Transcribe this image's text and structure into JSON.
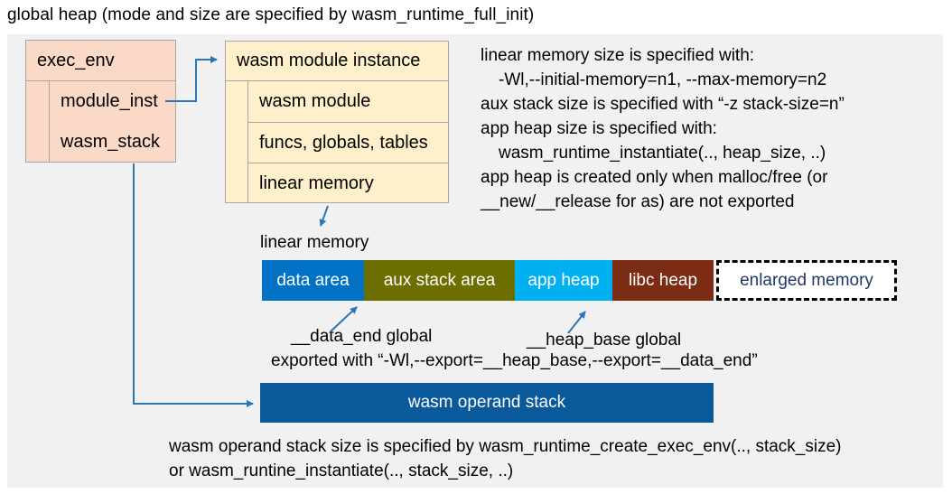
{
  "title": "global heap (mode and size are specified by wasm_runtime_full_init)",
  "exec_env": {
    "header": "exec_env",
    "rows": [
      "module_inst",
      "wasm_stack"
    ]
  },
  "module_instance": {
    "header": "wasm module instance",
    "rows": [
      "wasm module",
      "funcs, globals, tables",
      "linear memory"
    ]
  },
  "right_notes": {
    "line1": "linear memory size is specified with:",
    "line2": "-Wl,--initial-memory=n1, --max-memory=n2",
    "line3": "aux stack size is specified with “-z stack-size=n”",
    "line4": "app heap size is specified with:",
    "line5": "wasm_runtime_instantiate(.., heap_size, ..)",
    "line6": "app heap is created only when malloc/free (or",
    "line7": "__new/__release for as) are not exported"
  },
  "linear_memory": {
    "label": "linear memory",
    "segments": [
      {
        "label": "data area",
        "color_key": "data_area"
      },
      {
        "label": "aux stack area",
        "color_key": "aux_stack"
      },
      {
        "label": "app heap",
        "color_key": "app_heap"
      },
      {
        "label": "libc heap",
        "color_key": "libc_heap"
      },
      {
        "label": "enlarged memory",
        "color_key": "enlarged_bg"
      }
    ]
  },
  "annotations": {
    "data_end": "__data_end global",
    "heap_base": "__heap_base global",
    "export_line": "exported with “-Wl,--export=__heap_base,--export=__data_end”"
  },
  "operand_stack": {
    "label": "wasm operand stack"
  },
  "bottom_notes": {
    "line1": "wasm operand stack size is specified by wasm_runtime_create_exec_env(.., stack_size)",
    "line2": "or wasm_runtine_instantiate(.., stack_size, ..)"
  },
  "colors": {
    "panel_bg": "#F1F1F1",
    "salmon_box": "#FADAC6",
    "cream_box": "#FDF0CB",
    "box_border": "#A6A6A6",
    "data_area": "#0071C5",
    "aux_stack": "#6C6E00",
    "app_heap": "#00B0F0",
    "libc_heap": "#7C2B14",
    "enlarged_bg": "#FFFFFF",
    "enlarged_text": "#1F3864",
    "operand_stack": "#0A5A9B",
    "connector": "#2E75B6"
  }
}
